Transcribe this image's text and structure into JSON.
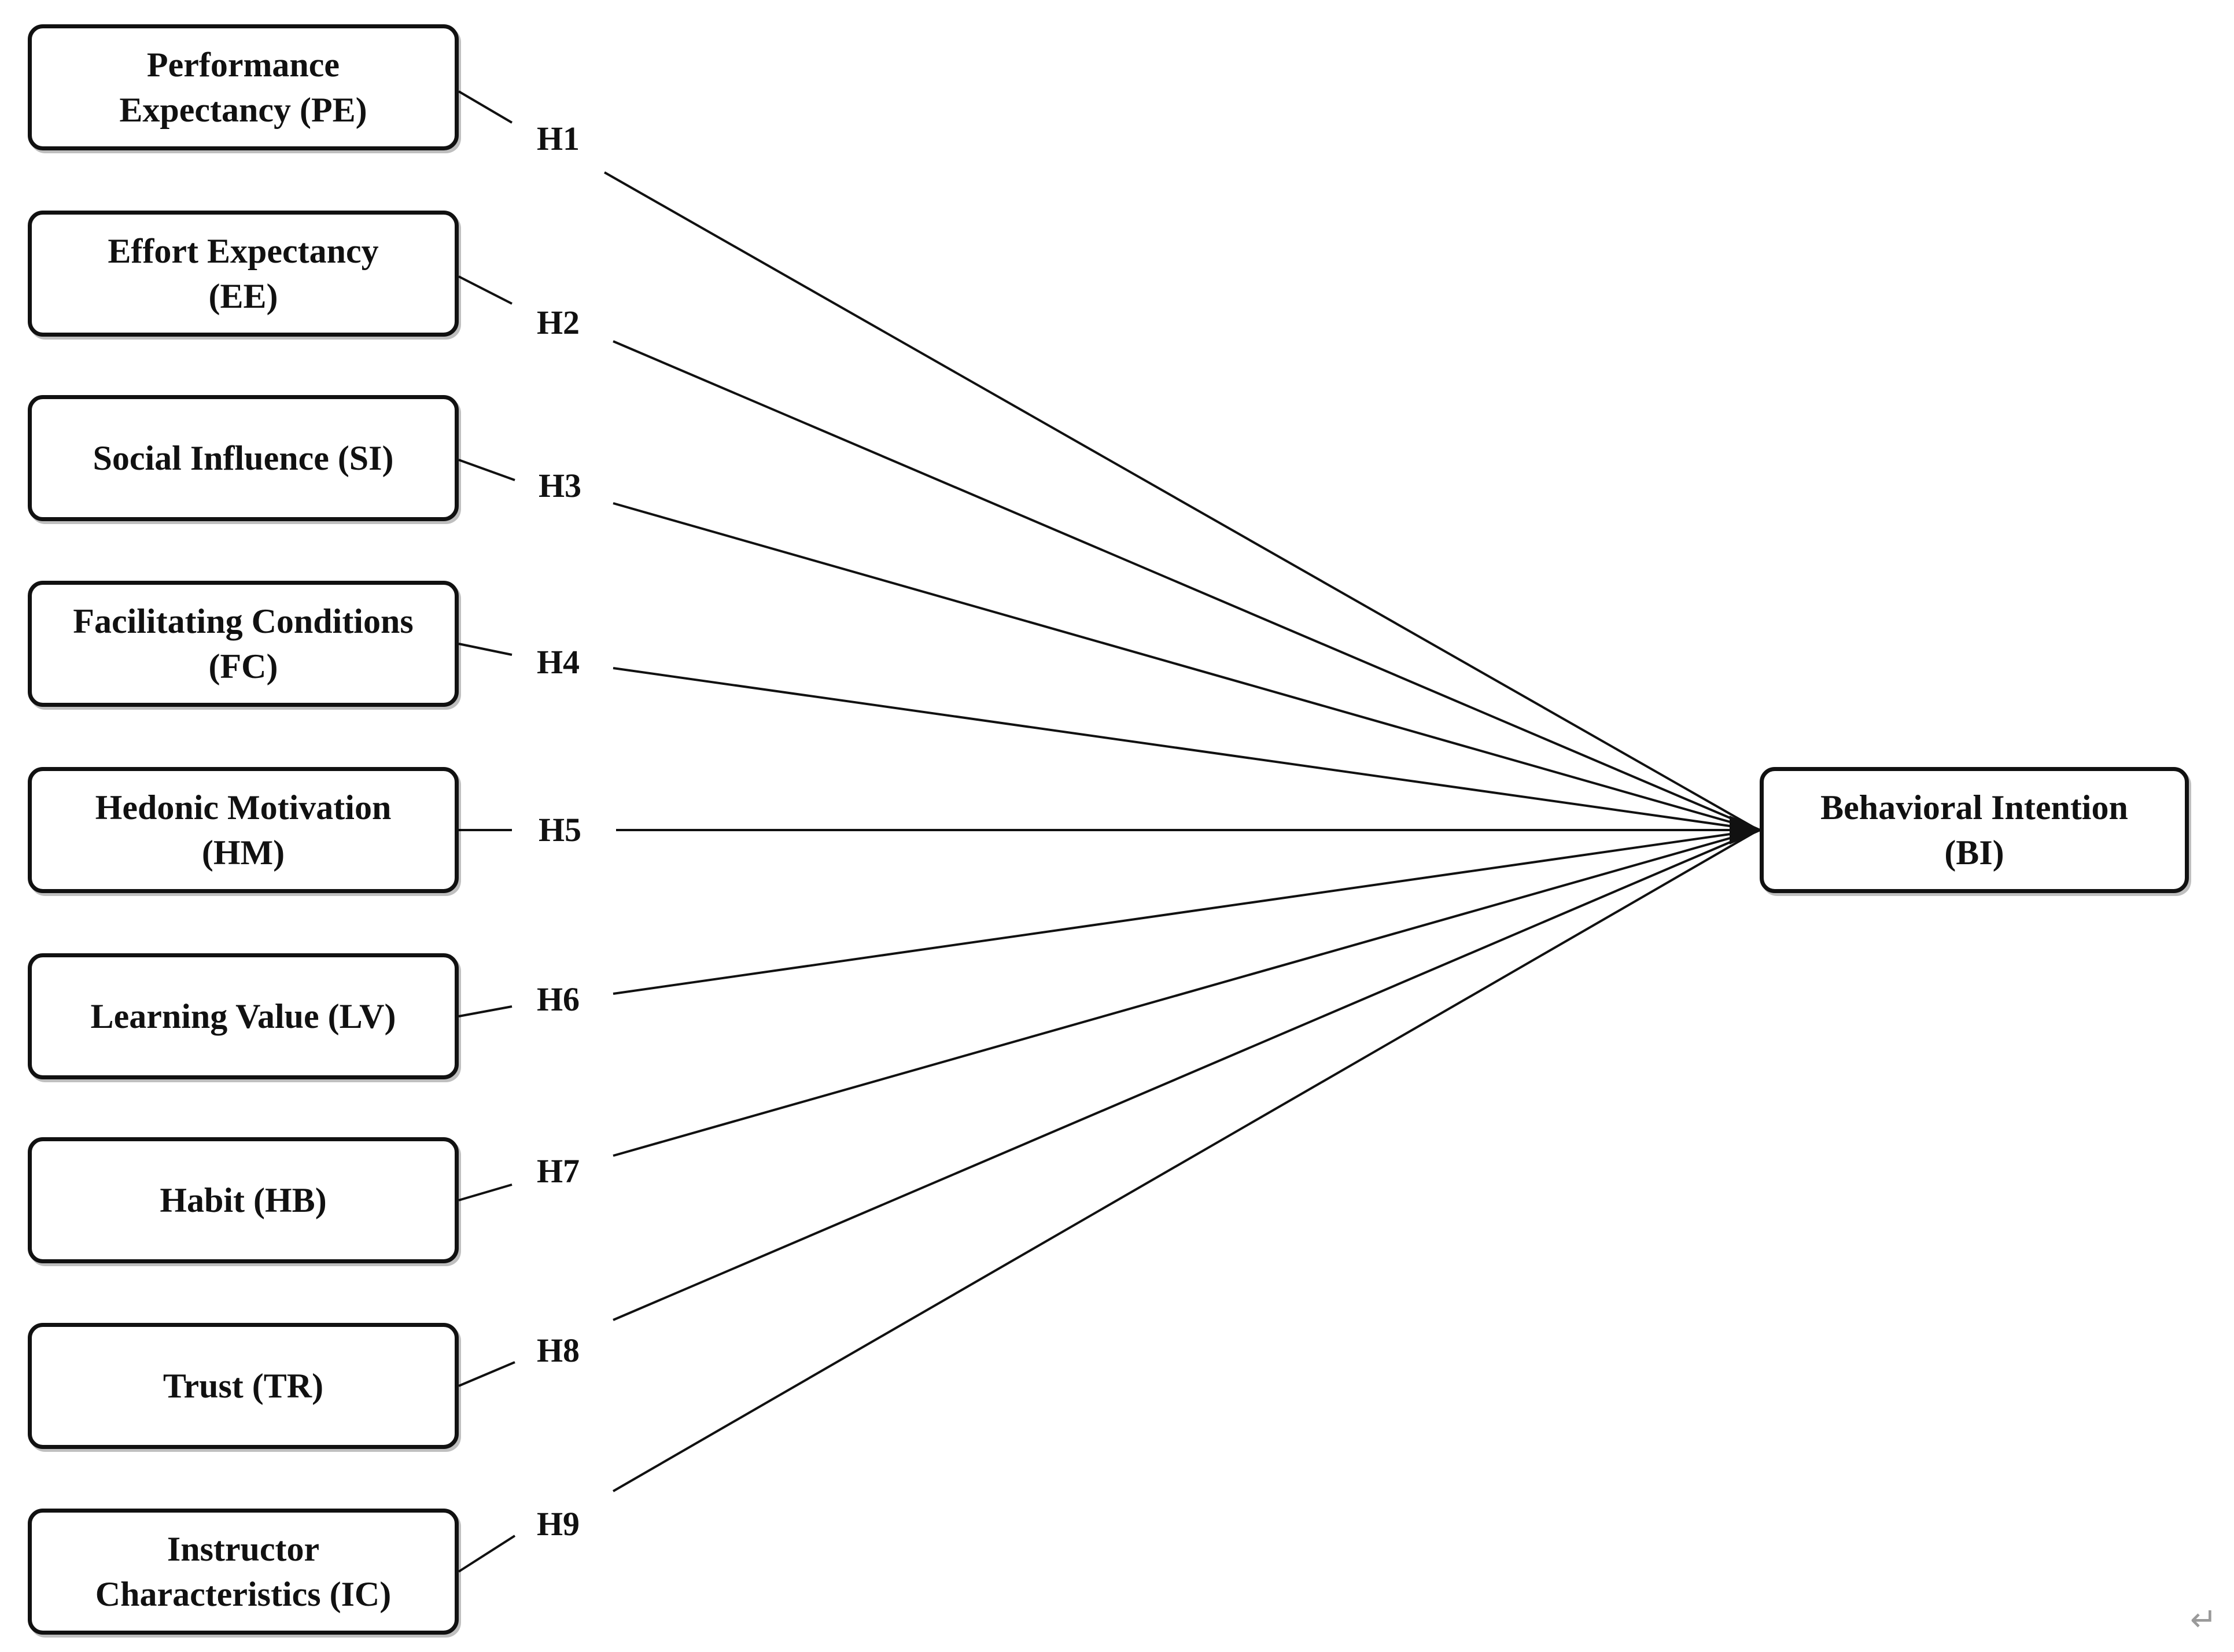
{
  "constructs": {
    "pe": "Performance\nExpectancy (PE)",
    "ee": "Effort Expectancy\n(EE)",
    "si": "Social Influence (SI)",
    "fc": "Facilitating Conditions\n(FC)",
    "hm": "Hedonic Motivation\n(HM)",
    "lv": "Learning Value (LV)",
    "hb": "Habit (HB)",
    "tr": "Trust (TR)",
    "ic": "Instructor\nCharacteristics (IC)"
  },
  "outcome": "Behavioral Intention\n(BI)",
  "hypotheses": [
    "H1",
    "H2",
    "H3",
    "H4",
    "H5",
    "H6",
    "H7",
    "H8",
    "H9"
  ],
  "colors": {
    "line": "#111111",
    "background": "#ffffff"
  },
  "return_mark": "↵"
}
